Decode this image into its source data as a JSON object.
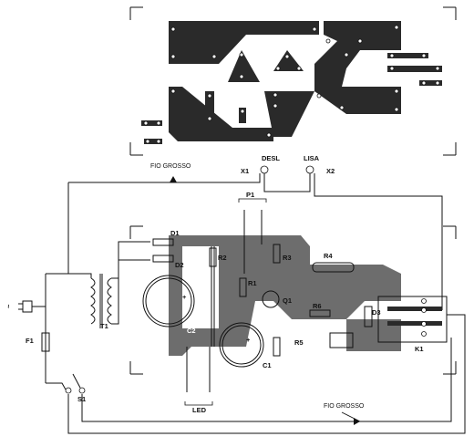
{
  "labels": {
    "fio_grosso_top": "FIO GROSSO",
    "fio_grosso_bottom": "FIO GROSSO",
    "desl": "DESL",
    "lisa": "LISA",
    "x1": "X1",
    "x2": "X2",
    "p1": "P1",
    "d1": "D1",
    "d2": "D2",
    "d3": "D3",
    "r1": "R1",
    "r2": "R2",
    "r3": "R3",
    "r4": "R4",
    "r5": "R5",
    "r6": "R6",
    "q1": "Q1",
    "c1": "C1",
    "c2": "C2",
    "t1": "T1",
    "f1": "F1",
    "s1": "S1",
    "k1": "K1",
    "led": "LED",
    "mains": "~",
    "cap_plus_1": "+",
    "cap_plus_2": "+"
  }
}
